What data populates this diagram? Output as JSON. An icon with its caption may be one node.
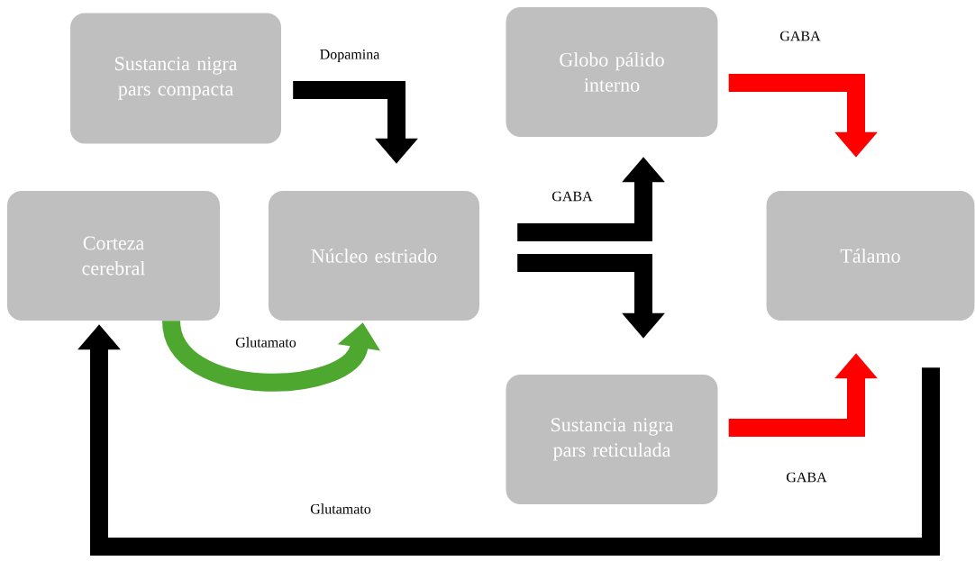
{
  "diagram": {
    "nodes": [
      {
        "text": [
          "Sustancia nigra pars compacta"
        ]
      },
      {
        "text": [
          "Globo pálido interno"
        ]
      },
      {
        "text": [
          "Corteza cerebral"
        ]
      },
      {
        "text": [
          "Núcleo estriado"
        ]
      },
      {
        "text": [
          "Tálamo"
        ]
      },
      {
        "text": [
          "Sustancia nigra pars reticulada"
        ]
      }
    ],
    "edges": [
      {
        "from": 0,
        "to": 3,
        "arrow": "to",
        "label": "Dopamina"
      },
      {
        "from": 3,
        "to": 1,
        "arrow": "to",
        "label": "GABA"
      },
      {
        "from": 3,
        "to": 5,
        "arrow": "to"
      },
      {
        "from": 1,
        "to": 4,
        "arrow": "to",
        "label": "GABA",
        "color": "#ff0000"
      },
      {
        "from": 5,
        "to": 4,
        "arrow": "to",
        "label": "GABA",
        "color": "#ff0000"
      },
      {
        "from": 2,
        "to": 3,
        "arrow": "to",
        "label": "Glutamato",
        "color": "#4ea72e"
      },
      {
        "from": 4,
        "to": 2,
        "arrow": "to",
        "label": "Glutamato"
      }
    ]
  }
}
